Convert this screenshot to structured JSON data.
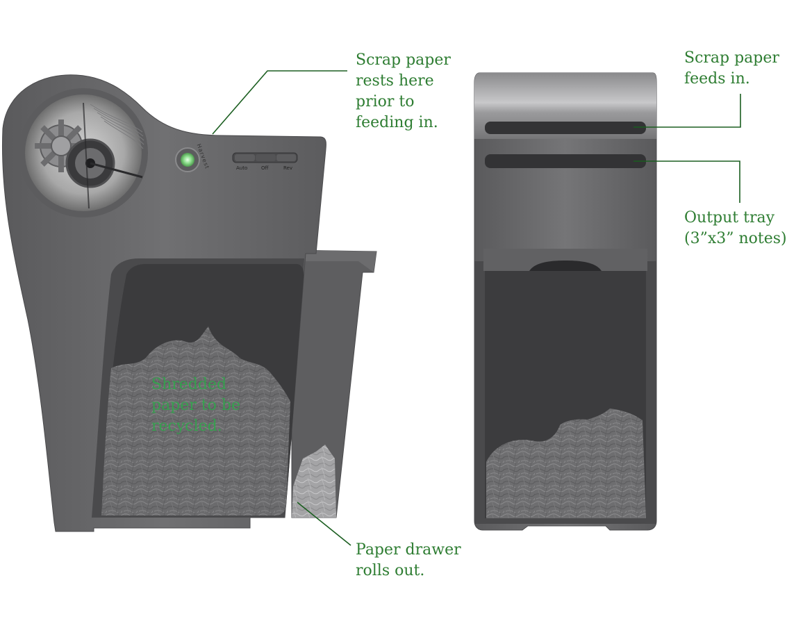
{
  "callouts": {
    "scrap_rests": [
      "Scrap paper",
      "rests here",
      "prior to",
      "feeding in."
    ],
    "feeds_in": [
      "Scrap paper",
      "feeds in."
    ],
    "output_tray": [
      "Output tray",
      "(3”x3” notes)."
    ],
    "drawer": [
      "Paper drawer",
      "rolls out."
    ],
    "shredded": [
      "Shredded",
      "paper to be",
      "recycled."
    ]
  },
  "controls": {
    "brand": "Harvest",
    "auto": "Auto",
    "off": "Off",
    "rev": "Rev"
  },
  "colors": {
    "label_green": "#2e7d32",
    "shredded_green": "#2ea84a",
    "leader_line": "#1b5e20",
    "body_gray": "#6a6a6c",
    "bin_dark": "#3c3c3e",
    "indicator_light": "#8fe08f"
  }
}
